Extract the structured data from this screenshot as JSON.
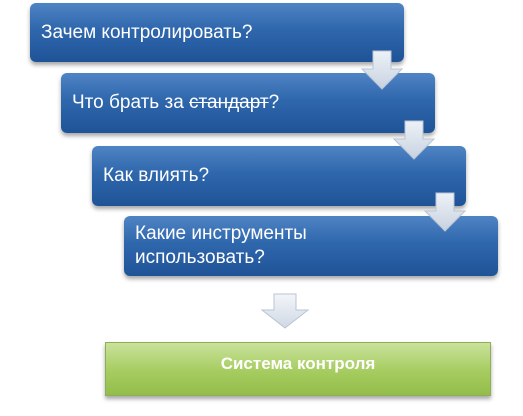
{
  "steps": [
    {
      "text": "Зачем контролировать?"
    },
    {
      "text_before": "Что брать за ",
      "text_struck": "стандарт",
      "text_after": "?"
    },
    {
      "text": "Как влиять?"
    },
    {
      "text_line1": "Какие инструменты",
      "text_line2": "использовать?"
    }
  ],
  "result": {
    "label": "Система контроля"
  },
  "colors": {
    "step_fill": "#2f67ad",
    "arrow_fill": "#d9e2ee",
    "result_fill": "#a6cc60",
    "text": "#ffffff"
  }
}
